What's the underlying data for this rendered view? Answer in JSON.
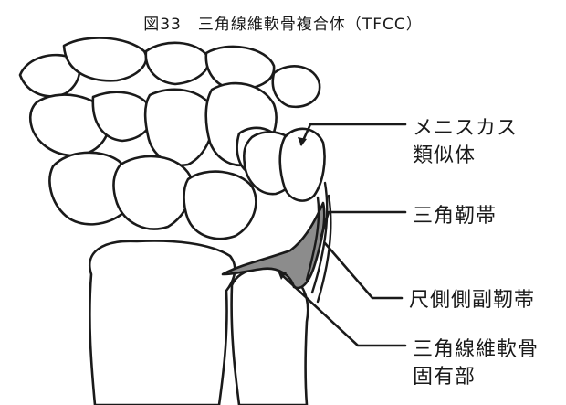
{
  "title": "図33　三角線維軟骨複合体（TFCC）",
  "labels": {
    "meniscus_line1": "メニスカス",
    "meniscus_line2": "類似体",
    "triangular_ligament": "三角靭帯",
    "ulnar_collateral_ligament": "尺側側副靭帯",
    "proper_line1": "三角線維軟骨",
    "proper_line2": "固有部"
  },
  "colors": {
    "outline": "#1a1a1a",
    "tfcc_fill": "#8c8c8c",
    "bone_fill": "#ffffff"
  }
}
